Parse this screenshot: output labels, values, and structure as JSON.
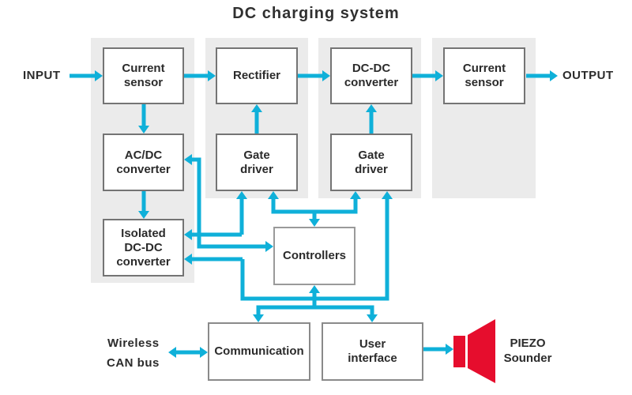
{
  "title": "DC charging system",
  "colors": {
    "accent_cyan": "#0fb0d9",
    "piezo_red": "#e60d2d",
    "panel_gray": "#ebebeb",
    "box_border": "#747474",
    "text": "#2b2b2b"
  },
  "labels": {
    "input": "INPUT",
    "output": "OUTPUT",
    "wireless": "Wireless",
    "can_bus": "CAN bus",
    "piezo_line1": "PIEZO",
    "piezo_line2": "Sounder"
  },
  "blocks": {
    "current_sensor_in": {
      "l1": "Current",
      "l2": "sensor"
    },
    "rectifier": {
      "l1": "Rectifier"
    },
    "dc_dc_converter": {
      "l1": "DC-DC",
      "l2": "converter"
    },
    "current_sensor_out": {
      "l1": "Current",
      "l2": "sensor"
    },
    "ac_dc_converter": {
      "l1": "AC/DC",
      "l2": "converter"
    },
    "gate_driver_1": {
      "l1": "Gate",
      "l2": "driver"
    },
    "gate_driver_2": {
      "l1": "Gate",
      "l2": "driver"
    },
    "isolated_dc_dc": {
      "l1": "Isolated",
      "l2": "DC-DC",
      "l3": "converter"
    },
    "controllers": {
      "l1": "Controllers"
    },
    "communication": {
      "l1": "Communication"
    },
    "user_interface": {
      "l1": "User",
      "l2": "interface"
    }
  },
  "connections": [
    {
      "between": [
        "INPUT",
        "Current sensor (input)"
      ],
      "dir": "forward"
    },
    {
      "between": [
        "Current sensor (input)",
        "Rectifier"
      ],
      "dir": "forward"
    },
    {
      "between": [
        "Rectifier",
        "DC-DC converter"
      ],
      "dir": "forward"
    },
    {
      "between": [
        "DC-DC converter",
        "Current sensor (output)"
      ],
      "dir": "forward"
    },
    {
      "between": [
        "Current sensor (output)",
        "OUTPUT"
      ],
      "dir": "forward"
    },
    {
      "between": [
        "Current sensor (input)",
        "AC/DC converter"
      ],
      "dir": "forward"
    },
    {
      "between": [
        "AC/DC converter",
        "Isolated DC-DC converter"
      ],
      "dir": "forward"
    },
    {
      "between": [
        "Gate driver 1",
        "Rectifier"
      ],
      "dir": "forward"
    },
    {
      "between": [
        "Gate driver 2",
        "DC-DC converter"
      ],
      "dir": "forward"
    },
    {
      "between": [
        "AC/DC converter",
        "Controllers"
      ],
      "dir": "both"
    },
    {
      "between": [
        "Isolated DC-DC converter",
        "Gate driver 1"
      ],
      "dir": "both"
    },
    {
      "between": [
        "Isolated DC-DC converter",
        "Gate driver 2"
      ],
      "dir": "both"
    },
    {
      "between": [
        "Controllers",
        "Gate driver 1"
      ],
      "dir": "both"
    },
    {
      "between": [
        "Controllers",
        "Gate driver 2"
      ],
      "dir": "both"
    },
    {
      "between": [
        "Controllers",
        "Communication"
      ],
      "dir": "both"
    },
    {
      "between": [
        "Controllers",
        "User interface"
      ],
      "dir": "both"
    },
    {
      "between": [
        "Communication",
        "Wireless / CAN bus"
      ],
      "dir": "both"
    },
    {
      "between": [
        "User interface",
        "PIEZO Sounder"
      ],
      "dir": "forward"
    }
  ]
}
